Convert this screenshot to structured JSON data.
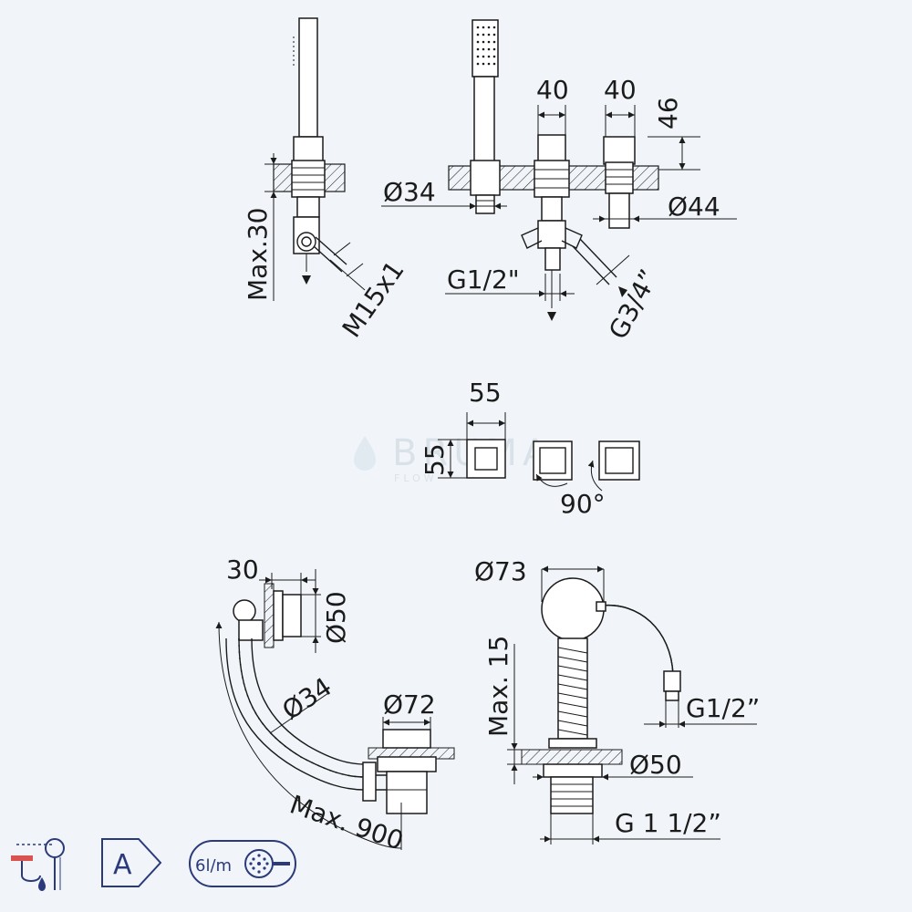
{
  "labels": {
    "max30": "Max.30",
    "m15x1": "M15x1",
    "d34_top": "Ø34",
    "g12_top": "G1/2\"",
    "w40_a": "40",
    "w40_b": "40",
    "h46": "46",
    "d44": "Ø44",
    "g34": "G3/4”",
    "w55": "55",
    "h55": "55",
    "deg90": "90°",
    "w30": "30",
    "d50_left": "Ø50",
    "d34_hose": "Ø34",
    "d72": "Ø72",
    "max900": "Max. 900",
    "d73": "Ø73",
    "max15": "Max. 15",
    "g12_right": "G1/2”",
    "d50_right": "Ø50",
    "g112": "G 1 1/2”"
  },
  "watermark": {
    "brand": "BRUMA",
    "tagline": "FLOW"
  },
  "badges": {
    "energy_class": "A",
    "flow_rate": "6l/m"
  },
  "colors": {
    "background": "#f1f5f9",
    "line": "#1b1b1b",
    "badge_stroke": "#2a3a7a",
    "hot_red": "#d9534f",
    "watermark": "#c9d3dd"
  }
}
